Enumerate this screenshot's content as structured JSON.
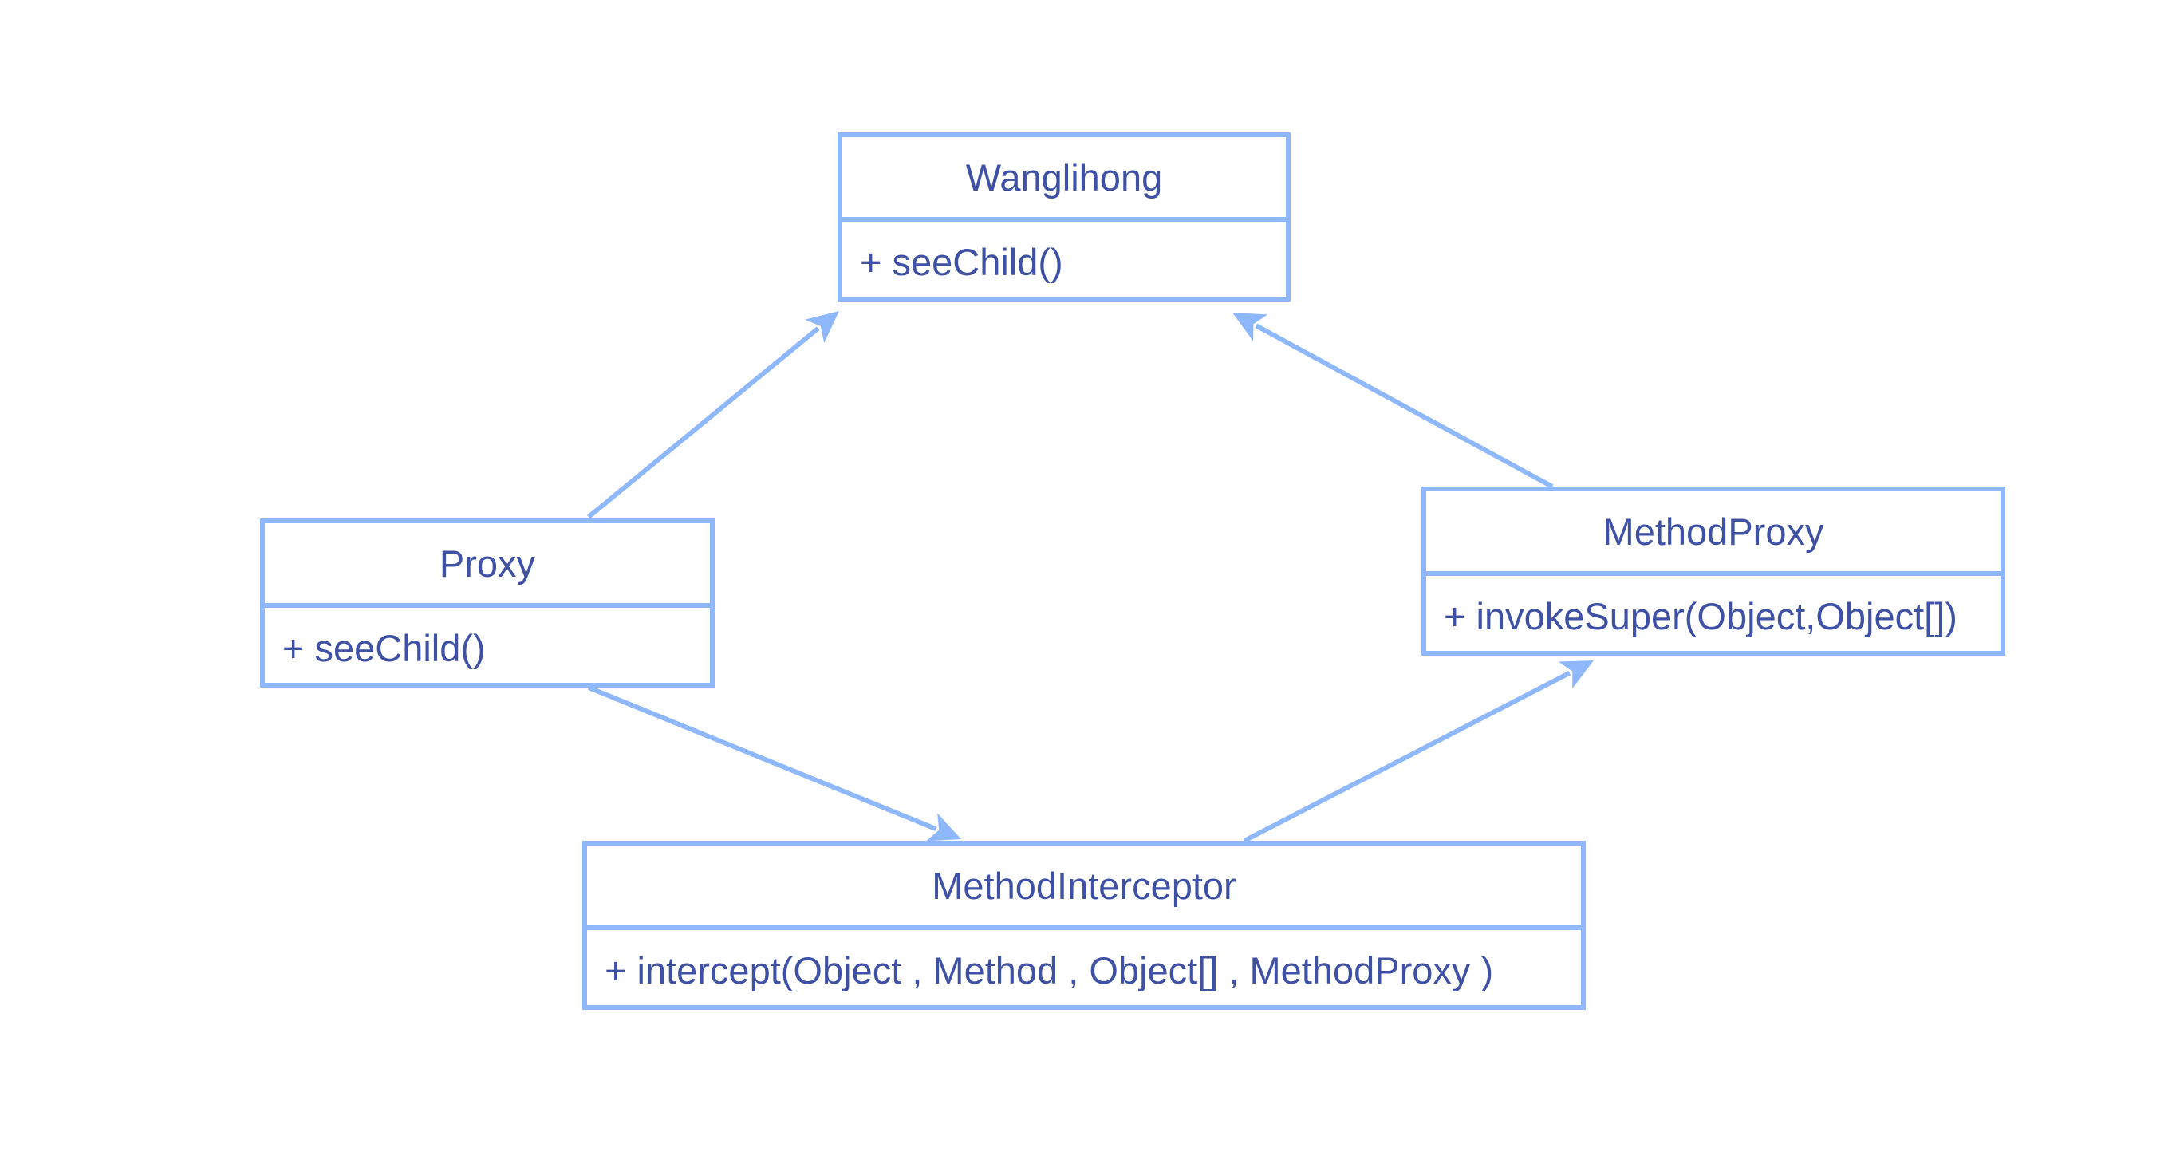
{
  "diagram": {
    "type": "uml-class-diagram",
    "colors": {
      "line": "#8fb8fc",
      "text": "#3f51a5",
      "background": "#ffffff"
    },
    "classes": {
      "wanglihong": {
        "name": "Wanglihong",
        "method": "+ seeChild()"
      },
      "proxy": {
        "name": "Proxy",
        "method": "+ seeChild()"
      },
      "method_proxy": {
        "name": "MethodProxy",
        "method": "+ invokeSuper(Object,Object[])"
      },
      "method_interceptor": {
        "name": "MethodInterceptor",
        "method": "+ intercept(Object , Method , Object[] , MethodProxy )"
      }
    },
    "edges": [
      {
        "from": "Proxy",
        "to": "Wanglihong",
        "arrow": "filled"
      },
      {
        "from": "MethodProxy",
        "to": "Wanglihong",
        "arrow": "filled"
      },
      {
        "from": "Proxy",
        "to": "MethodInterceptor",
        "arrow": "filled"
      },
      {
        "from": "MethodInterceptor",
        "to": "MethodProxy",
        "arrow": "filled"
      }
    ]
  }
}
